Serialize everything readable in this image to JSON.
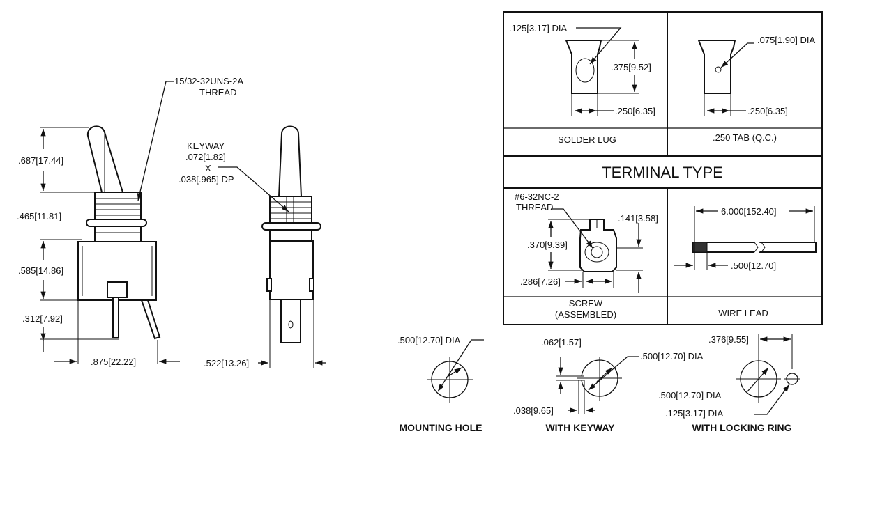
{
  "side_view": {
    "thread_label_1": "15/32-32UNS-2A",
    "thread_label_2": "THREAD",
    "dim_lever": ".687[17.44]",
    "dim_bushing": ".465[11.81]",
    "dim_body": ".585[14.86]",
    "dim_pins": ".312[7.92]",
    "dim_width": ".875[22.22]"
  },
  "end_view": {
    "keyway_1": "KEYWAY",
    "keyway_2": ".072[1.82]",
    "keyway_3": "X",
    "keyway_4": ".038[.965] DP",
    "dim_width": ".522[13.26]"
  },
  "terminal_table": {
    "title": "TERMINAL TYPE",
    "solder_lug": {
      "dia": ".125[3.17] DIA",
      "height": ".375[9.52]",
      "width": ".250[6.35]",
      "label": "SOLDER LUG"
    },
    "tab": {
      "dia": ".075[1.90] DIA",
      "width": ".250[6.35]",
      "label": ".250 TAB (Q.C.)"
    },
    "screw": {
      "thread_1": "#6-32NC-2",
      "thread_2": "THREAD",
      "dim_a": ".141[3.58]",
      "dim_b": ".370[9.39]",
      "dim_c": ".286[7.26]",
      "label_1": "SCREW",
      "label_2": "(ASSEMBLED)"
    },
    "wire": {
      "length": "6.000[152.40]",
      "strip": ".500[12.70]",
      "label": "WIRE LEAD"
    }
  },
  "mounting": {
    "hole": {
      "dia": ".500[12.70] DIA",
      "label": "MOUNTING HOLE"
    },
    "keyway": {
      "depth": ".062[1.57]",
      "dia": ".500[12.70] DIA",
      "width": ".038[9.65]",
      "label": "WITH KEYWAY"
    },
    "locking": {
      "offset": ".376[9.55]",
      "dia": ".500[12.70] DIA",
      "ring_dia": ".125[3.17] DIA",
      "label": "WITH LOCKING RING"
    }
  }
}
